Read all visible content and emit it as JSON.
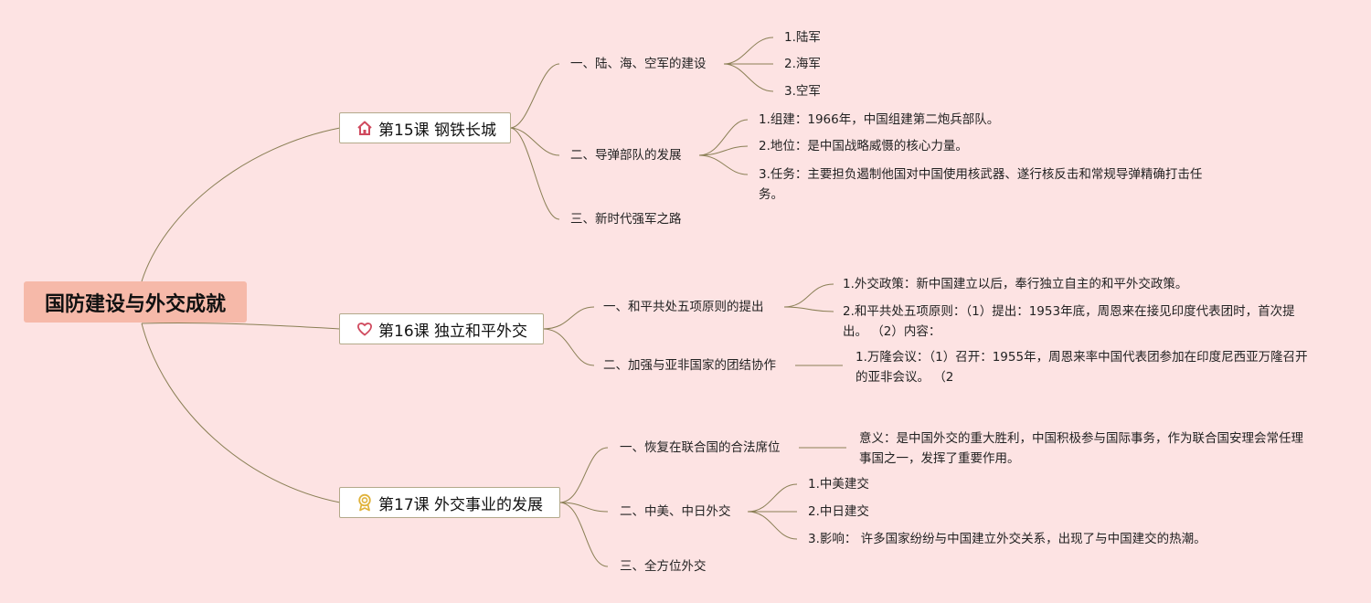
{
  "root": {
    "title": "国防建设与外交成就"
  },
  "lessons": [
    {
      "title": "第15课 钢铁长城",
      "icon": "home-icon",
      "icon_color": "#d04a5e",
      "sections": [
        {
          "title": "一、陆、海、空军的建设",
          "items": [
            "1.陆军",
            "2.海军",
            "3.空军"
          ]
        },
        {
          "title": "二、导弹部队的发展",
          "items": [
            "1.组建：1966年，中国组建第二炮兵部队。",
            "2.地位：是中国战略威慑的核心力量。",
            "3.任务：主要担负遏制他国对中国使用核武器、遂行核反击和常规导弹精确打击任务。"
          ]
        },
        {
          "title": "三、新时代强军之路",
          "items": []
        }
      ]
    },
    {
      "title": "第16课 独立和平外交",
      "icon": "heart-icon",
      "icon_color": "#d04a5e",
      "sections": [
        {
          "title": "一、和平共处五项原则的提出",
          "items": [
            "1.外交政策：新中国建立以后，奉行独立自主的和平外交政策。",
            "2.和平共处五项原则：（1）提出：1953年底，周恩来在接见印度代表团时，首次提出。 （2）内容："
          ]
        },
        {
          "title": "二、加强与亚非国家的团结协作",
          "items": [
            "1.万隆会议：（1）召开：1955年，周恩来率中国代表团参加在印度尼西亚万隆召开的亚非会议。 （2"
          ]
        }
      ]
    },
    {
      "title": "第17课 外交事业的发展",
      "icon": "award-icon",
      "icon_color": "#e0b23a",
      "sections": [
        {
          "title": "一、恢复在联合国的合法席位",
          "items": [
            "意义：是中国外交的重大胜利，中国积极参与国际事务，作为联合国安理会常任理事国之一，发挥了重要作用。"
          ]
        },
        {
          "title": "二、中美、中日外交",
          "items": [
            "1.中美建交",
            "2.中日建交",
            "3.影响： 许多国家纷纷与中国建立外交关系，出现了与中国建交的热潮。"
          ]
        },
        {
          "title": "三、全方位外交",
          "items": []
        }
      ]
    }
  ],
  "colors": {
    "background": "#fde3e3",
    "root_fill": "#f6b9a9",
    "link": "#8a7f55"
  }
}
